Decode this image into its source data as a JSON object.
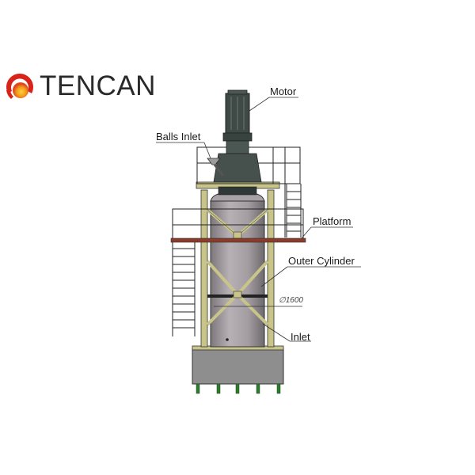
{
  "brand": {
    "name": "TENCAN",
    "colors": {
      "logo_red": "#d8231a",
      "logo_orange": "#f29a1d",
      "text": "#2a2a2a"
    }
  },
  "diagram": {
    "subject": "vertical stirred ball mill",
    "labels": {
      "motor": "Motor",
      "balls_inlet": "Balls Inlet",
      "platform": "Platform",
      "outer_cylinder": "Outer Cylinder",
      "diameter": "∅1600",
      "inlet": "Inlet"
    },
    "colors": {
      "frame": "#c8c48a",
      "platform_beam": "#8a3b2a",
      "cylinder": "#9a9498",
      "motor": "#3f4a46",
      "foundation": "#8e8e8e",
      "anchor_bolts": "#2d7a2d"
    }
  }
}
